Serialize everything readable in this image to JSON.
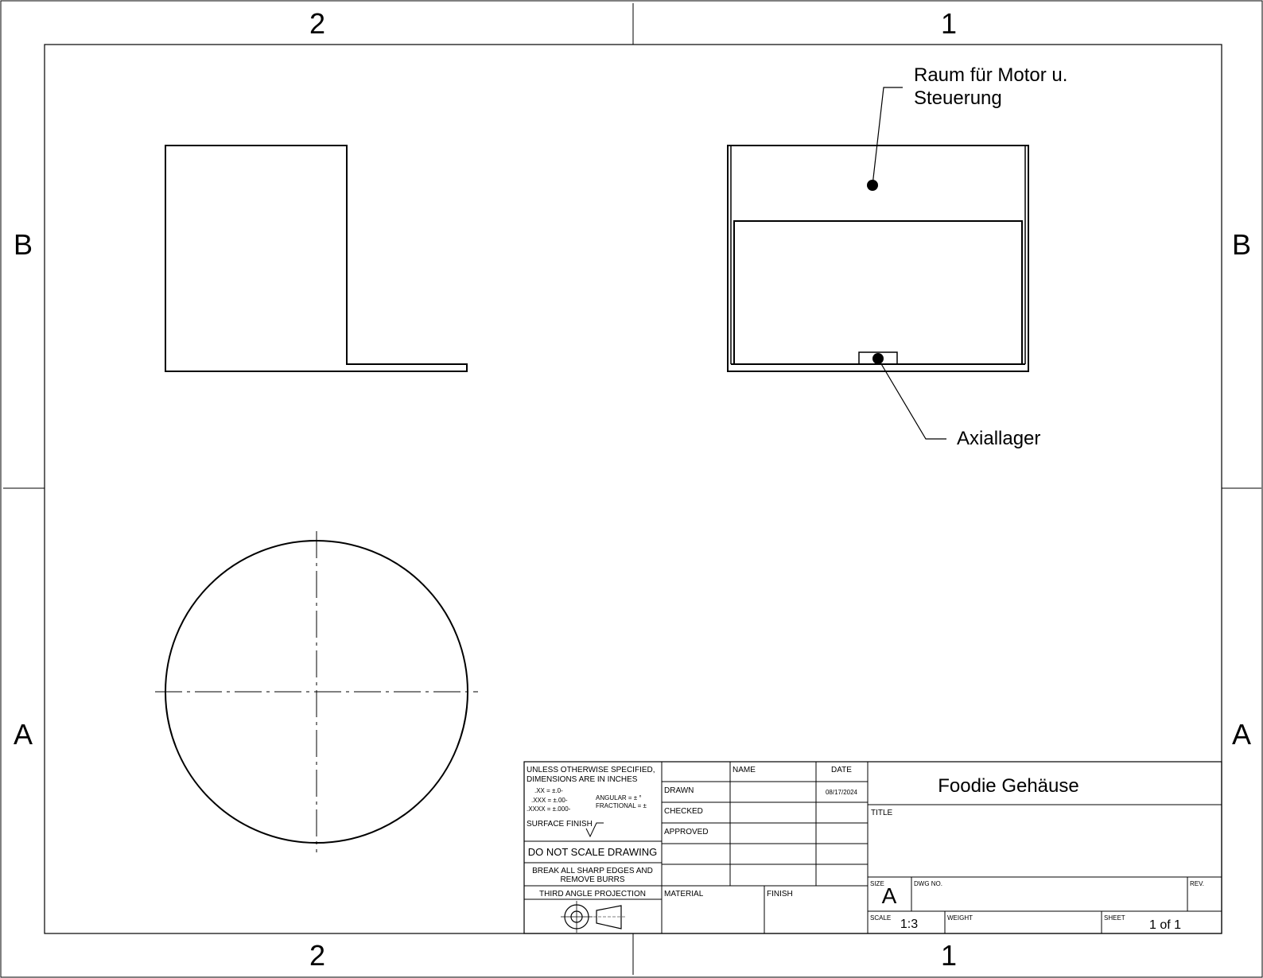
{
  "zones": {
    "columns": [
      "2",
      "1"
    ],
    "rows": [
      "B",
      "A"
    ]
  },
  "callouts": {
    "motor_space_line1": "Raum für Motor u.",
    "motor_space_line2": "Steuerung",
    "bearing": "Axiallager"
  },
  "title_block": {
    "tolerance_line1": "UNLESS OTHERWISE SPECIFIED,",
    "tolerance_line2": "DIMENSIONS ARE IN INCHES",
    "tol_xx": ".XX = ±.0-",
    "tol_xxx": ".XXX = ±.00-",
    "tol_xxxx": ".XXXX = ±.000-",
    "tol_angular": "ANGULAR = ± °",
    "tol_fractional": "FRACTIONAL = ±",
    "surface_finish": "SURFACE FINISH",
    "do_not_scale": "DO NOT SCALE DRAWING",
    "break_edges_line1": "BREAK ALL SHARP EDGES AND",
    "break_edges_line2": "REMOVE BURRS",
    "projection": "THIRD ANGLE PROJECTION",
    "col_name": "NAME",
    "col_date": "DATE",
    "row_drawn": "DRAWN",
    "row_checked": "CHECKED",
    "row_approved": "APPROVED",
    "drawn_date": "08/17/2024",
    "material_label": "MATERIAL",
    "finish_label": "FINISH",
    "company": "Foodie Gehäuse",
    "title_label": "TITLE",
    "size_label": "SIZE",
    "size_value": "A",
    "dwg_no_label": "DWG NO.",
    "rev_label": "REV.",
    "scale_label": "SCALE",
    "scale_value": "1:3",
    "weight_label": "WEIGHT",
    "sheet_label": "SHEET",
    "sheet_value": "1 of 1"
  }
}
